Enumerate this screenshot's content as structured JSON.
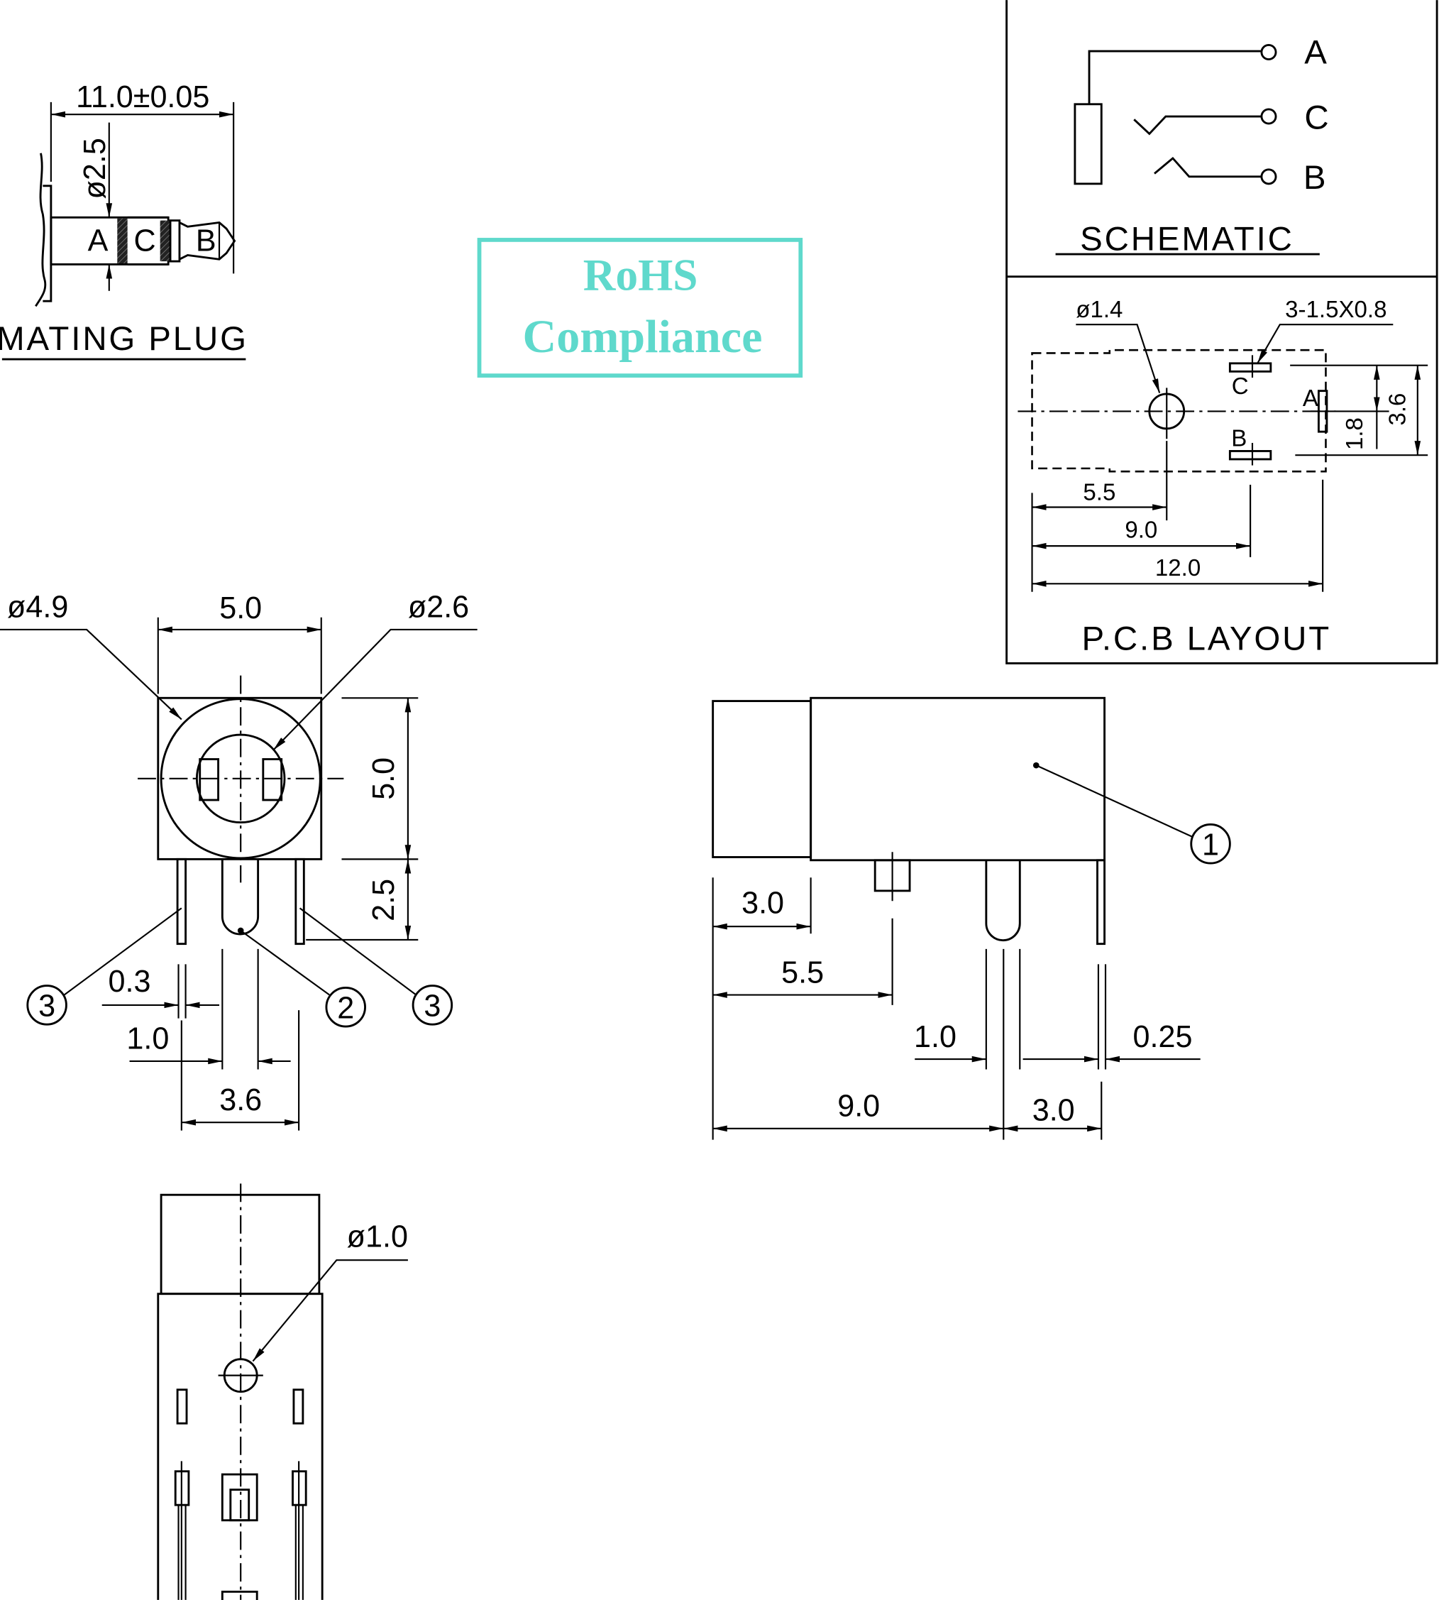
{
  "mating_plug": {
    "length_dim": "11.0±0.05",
    "diameter_dim": "ø2.5",
    "segments": [
      "A",
      "C",
      "B"
    ],
    "title": "MATING PLUG"
  },
  "rohs": {
    "line1": "RoHS",
    "line2": "Compliance",
    "color": "#5fd9cc"
  },
  "schematic": {
    "terminals": [
      "A",
      "C",
      "B"
    ],
    "title": "SCHEMATIC"
  },
  "pcb_layout": {
    "hole_dim": "ø1.4",
    "pad_dim": "3-1.5X0.8",
    "pad_labels": {
      "c": "C",
      "a": "A",
      "b": "B"
    },
    "dim_1_8": "1.8",
    "dim_3_6": "3.6",
    "dim_5_5": "5.5",
    "dim_9_0": "9.0",
    "dim_12_0": "12.0",
    "title": "P.C.B LAYOUT"
  },
  "front_view": {
    "outer_dia": "ø4.9",
    "width": "5.0",
    "inner_dia": "ø2.6",
    "height": "5.0",
    "pin_length": "2.5",
    "pin_thickness": "0.3",
    "center_pin": "1.0",
    "pin_span": "3.6",
    "callouts": [
      "3",
      "2",
      "3"
    ]
  },
  "side_view": {
    "callout": "1",
    "dim_front": "3.0",
    "dim_5_5": "5.5",
    "dim_pin": "1.0",
    "dim_thickness": "0.25",
    "dim_9_0": "9.0",
    "dim_3_0": "3.0"
  },
  "bottom_view": {
    "hole_dim": "ø1.0"
  }
}
